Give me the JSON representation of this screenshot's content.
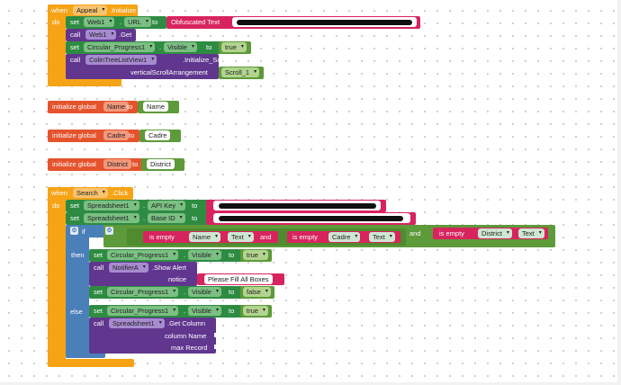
{
  "colors": {
    "event": "#f6a316",
    "method": "#2e8b42",
    "shadow": "#60368f",
    "logic": "#4a7fb8",
    "global": "#e5532d",
    "text": "#d8245e",
    "bool": "#5d9a39"
  },
  "appeal": {
    "when": "when",
    "component": "Appeal",
    "event": ".Initialize",
    "do": "do",
    "set1": {
      "set": "set",
      "component": "Web1",
      "dot": ".",
      "prop": "URL",
      "to": "to",
      "label": "Obfuscated Text"
    },
    "call1": {
      "call": "call",
      "component": "Web1",
      "method": ".Get"
    },
    "set2": {
      "set": "set",
      "component": "Circular_Progress1",
      "dot": ".",
      "prop": "Visible",
      "to": "to",
      "value": "true"
    },
    "call2": {
      "call": "call",
      "component": "ColinTreeListView1",
      "method": ".Initialize_Scroll",
      "param": "verticalScrollArrangement",
      "arg": "Scroll_1"
    }
  },
  "globals": [
    {
      "init": "initialize global",
      "name": "Name",
      "to": "to",
      "value": "Name"
    },
    {
      "init": "initialize global",
      "name": "Cadre",
      "to": "to",
      "value": "Cadre"
    },
    {
      "init": "initialize global",
      "name": "District",
      "to": "to",
      "value": "District"
    }
  ],
  "search": {
    "when": "when",
    "component": "Search",
    "event": ".Click",
    "do": "do",
    "set1": {
      "set": "set",
      "component": "Spreadsheet1",
      "dot": ".",
      "prop": "API Key",
      "to": "to"
    },
    "set2": {
      "set": "set",
      "component": "Spreadsheet1",
      "dot": ".",
      "prop": "Base ID",
      "to": "to"
    },
    "if": "if",
    "then": "then",
    "else": "else",
    "and1": "and",
    "and2": "and",
    "cond": [
      {
        "label": "is empty",
        "var": "Name",
        "comp": "Text"
      },
      {
        "label": "is empty",
        "var": "Cadre",
        "comp": "Text"
      },
      {
        "label": "is empty",
        "var": "District",
        "comp": "Text"
      }
    ],
    "then_set": {
      "set": "set",
      "component": "Circular_Progress1",
      "dot": ".",
      "prop": "Visible",
      "to": "to",
      "value": "true"
    },
    "then_call": {
      "call": "call",
      "component": "NotifierA",
      "method": ".Show Alert",
      "param": "notice",
      "arg": "Please Fill All Boxes"
    },
    "then_set2": {
      "set": "set",
      "component": "Circular_Progress1",
      "dot": ".",
      "prop": "Visible",
      "to": "to",
      "value": "false"
    },
    "else_set": {
      "set": "set",
      "component": "Circular_Progress1",
      "dot": ".",
      "prop": "Visible",
      "to": "to",
      "value": "true"
    },
    "else_call": {
      "call": "call",
      "component": "Spreadsheet1",
      "method": ".Get Column",
      "param1": "column Name",
      "param2": "max Record"
    }
  }
}
